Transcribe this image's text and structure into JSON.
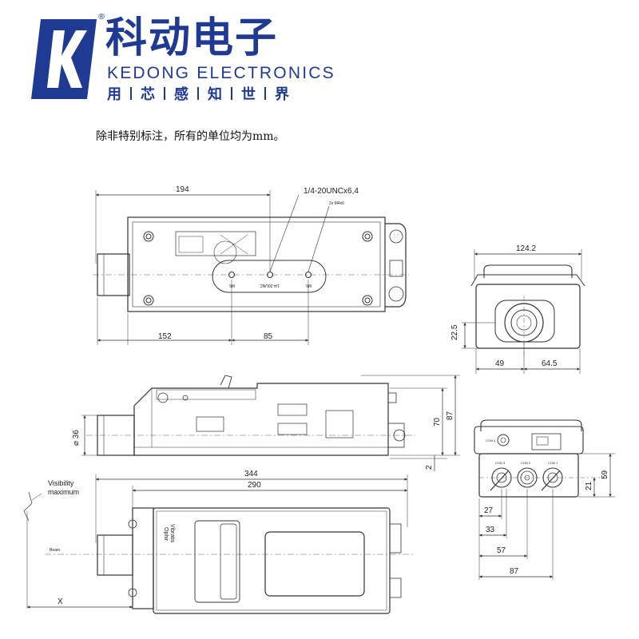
{
  "brand": {
    "name_cn": "科动电子",
    "name_en": "KEDONG ELECTRONICS",
    "slogan": [
      "用",
      "芯",
      "感",
      "知",
      "世",
      "界"
    ],
    "registered_mark": "®",
    "color": "#1f3a93"
  },
  "note": "除非特别标注，所有的单位均为mm。",
  "top_view": {
    "dim_length": "194",
    "dim_left": "152",
    "dim_right": "85",
    "thread_label": "1/4-20UNCx6,4",
    "hole_label": "2x M4x6",
    "slot_labels": [
      "M6",
      "1/4-20UNC",
      "M6"
    ]
  },
  "end_view_top": {
    "dim_width": "124.2",
    "dim_height": "22.5",
    "dim_left": "49",
    "dim_right": "64.5"
  },
  "side_view": {
    "dim_diameter": "⌀ 36",
    "dim_70": "70",
    "dim_87": "87",
    "dim_2": "2"
  },
  "connector_view": {
    "labels": [
      "CON 4",
      "CON 3",
      "CON 2",
      "CON 1"
    ],
    "dim_59": "59",
    "dim_21": "21",
    "dim_27": "27",
    "dim_33": "33",
    "dim_57": "57",
    "dim_87": "87"
  },
  "bottom_view": {
    "dim_344": "344",
    "dim_290": "290",
    "visibility_label": "Visibility\nmaximum",
    "beam_label": "Beam",
    "x_label": "X",
    "device_brand": "Ophir",
    "device_model": "Vibratis"
  }
}
